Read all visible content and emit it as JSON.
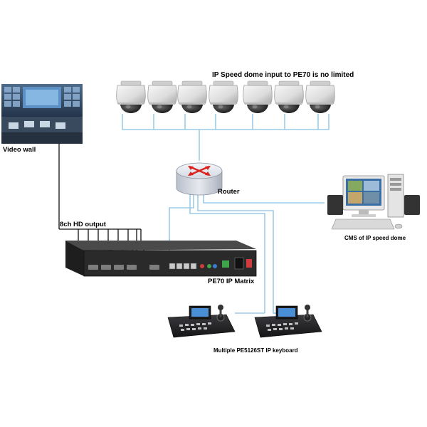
{
  "labels": {
    "domes_title": "IP Speed dome input to PE70 is no limited",
    "video_wall": "Video wall",
    "router": "Router",
    "hd_output": "8ch HD output",
    "matrix": "PE70 IP Matrix",
    "cms": "CMS of IP speed dome",
    "keyboard": "Multiple PE5126ST IP keyboard"
  },
  "dome_count": 7,
  "keyboard_count": 2,
  "colors": {
    "network_line": "#9ccbe6",
    "video_line": "#111111",
    "matrix_body": "#2a2a2a",
    "dome_shell": "#e4e4e4",
    "router_body": "#dfe3ea",
    "router_arrows": "#d9241b"
  },
  "icons": [
    "speed-dome-camera-icon",
    "router-icon",
    "ip-matrix-device-icon",
    "video-wall-photo",
    "cms-computer-icon",
    "ip-keyboard-icon"
  ]
}
